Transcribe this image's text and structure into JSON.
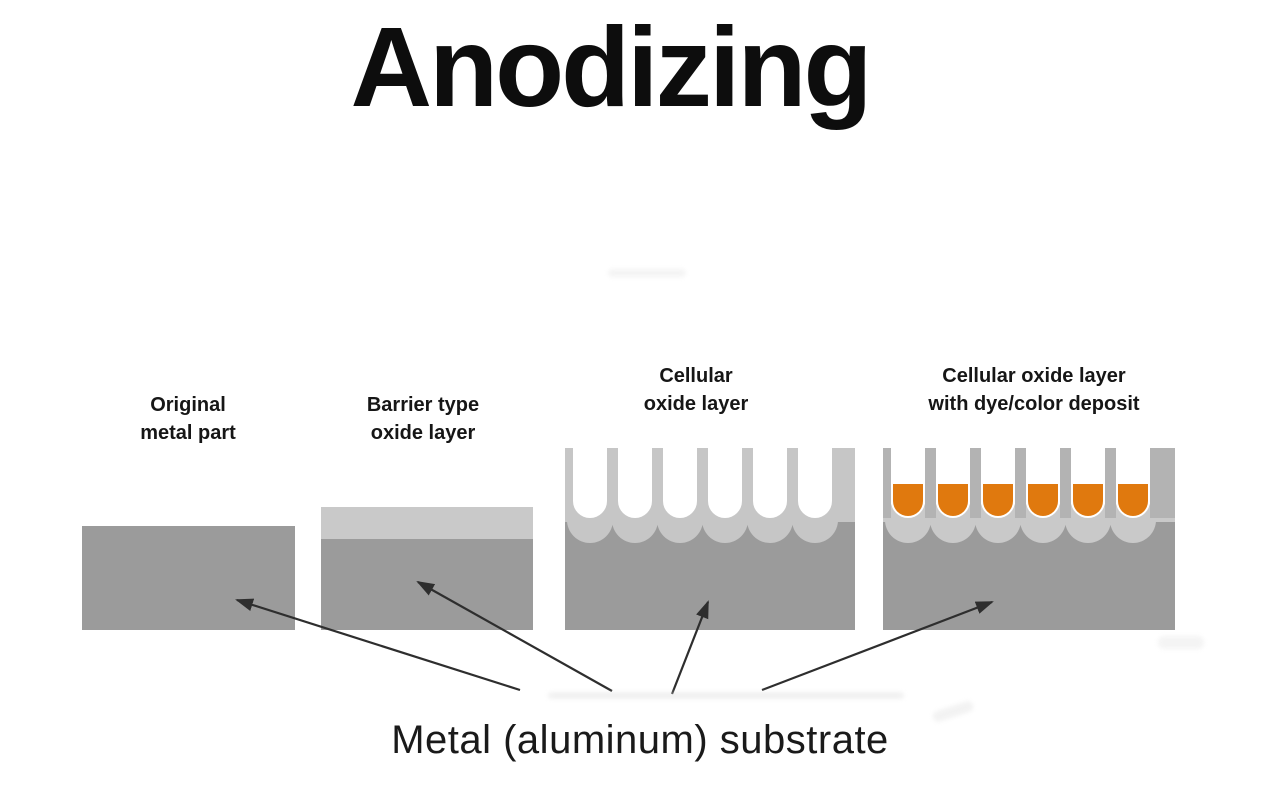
{
  "title": "Anodizing",
  "caption": "Metal (aluminum) substrate",
  "stages": [
    {
      "id": "original-metal-part",
      "line1": "Original",
      "line2": "metal part"
    },
    {
      "id": "barrier-type-oxide-layer",
      "line1": "Barrier type",
      "line2": "oxide layer"
    },
    {
      "id": "cellular-oxide-layer",
      "line1": "Cellular",
      "line2": "oxide layer"
    },
    {
      "id": "cellular-oxide-dye",
      "line1": "Cellular oxide layer",
      "line2": "with dye/color deposit"
    }
  ],
  "colors": {
    "substrate": "#9b9b9b",
    "barrier_layer": "#c9c9c9",
    "cellular_oxide": "#c6c6c6",
    "cellular_column": "#b3b3b3",
    "cellular_scallop": "#c9c9c9",
    "dye": "#e0790e",
    "arrow": "#2e2e2e"
  }
}
